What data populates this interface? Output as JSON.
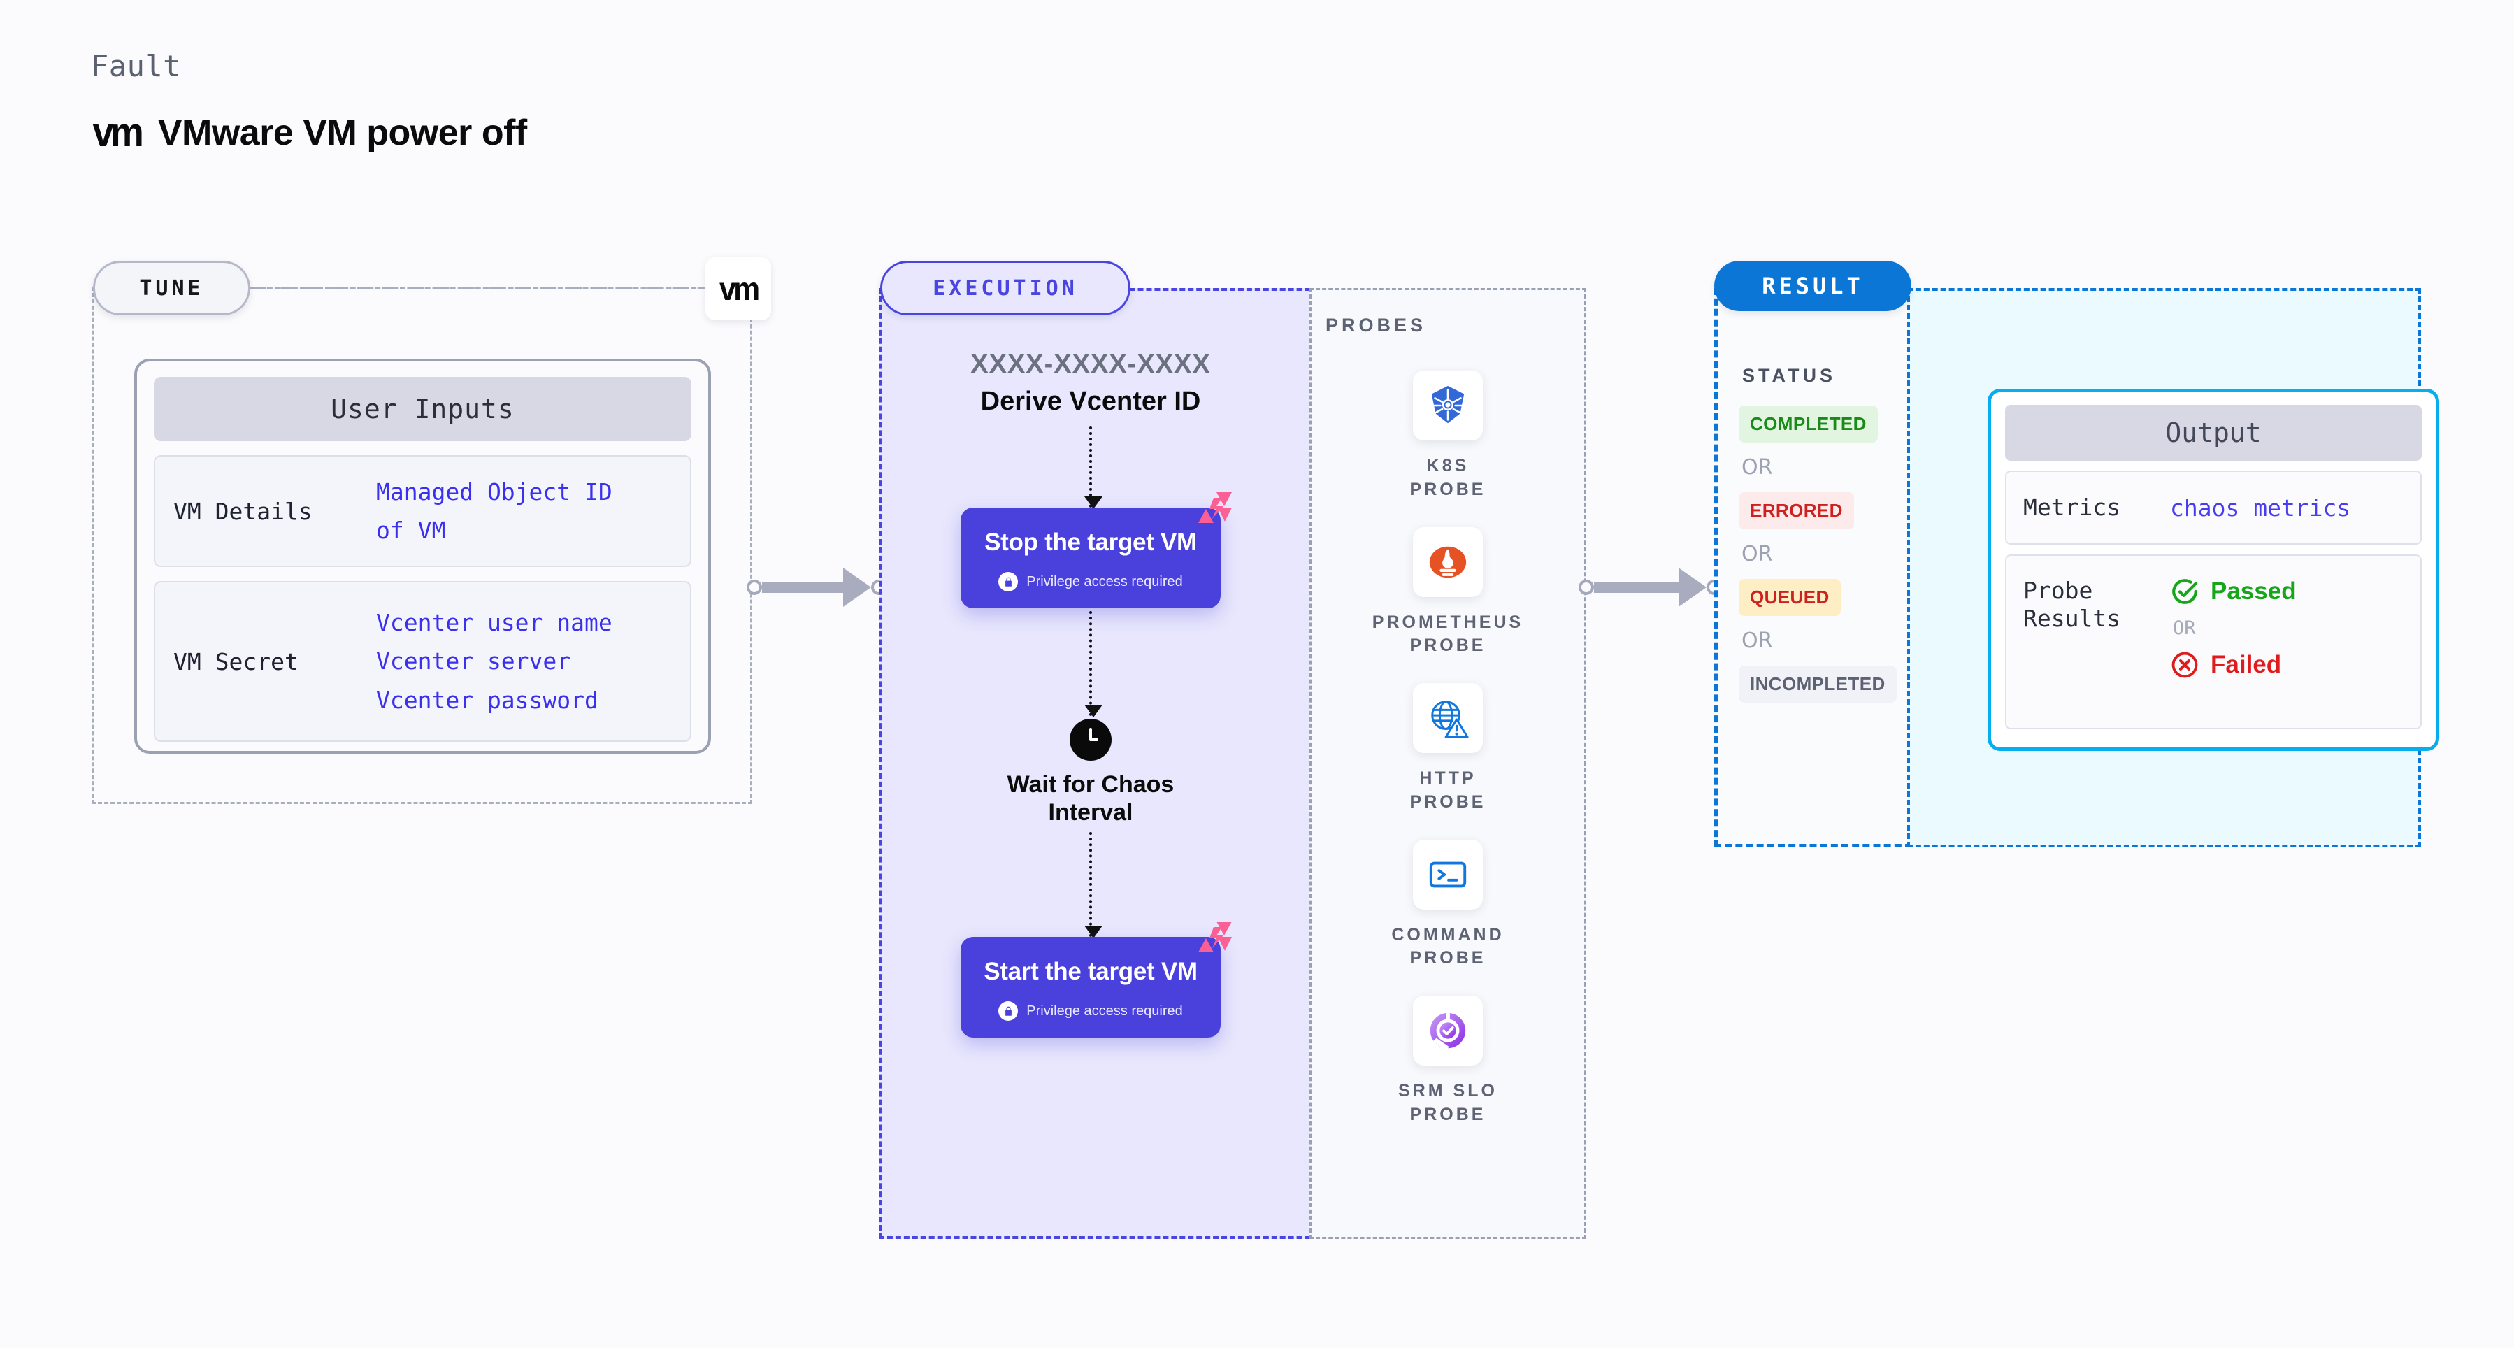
{
  "header": {
    "kicker": "Fault",
    "logo_text": "vm",
    "title": "VMware VM power off"
  },
  "tune": {
    "pill_label": "TUNE",
    "logo_text": "vm",
    "card": {
      "title": "User Inputs",
      "rows": [
        {
          "label": "VM Details",
          "values": [
            "Managed Object ID",
            "of VM"
          ]
        },
        {
          "label": "VM Secret",
          "values": [
            "Vcenter user name",
            "Vcenter server",
            "Vcenter password"
          ]
        }
      ]
    }
  },
  "execution": {
    "pill_label": "EXECUTION",
    "derive_id": "XXXX-XXXX-XXXX",
    "derive_label": "Derive Vcenter ID",
    "steps": [
      {
        "title": "Stop the target VM",
        "sub": "Privilege access required",
        "lock_icon": "lock-icon",
        "badge_icon": "chaos-badge-icon"
      },
      {
        "title": "Start the target VM",
        "sub": "Privilege access required",
        "lock_icon": "lock-icon",
        "badge_icon": "chaos-badge-icon"
      }
    ],
    "wait": {
      "icon": "clock-icon",
      "label_line1": "Wait for Chaos",
      "label_line2": "Interval"
    }
  },
  "probes": {
    "title": "PROBES",
    "items": [
      {
        "icon": "kubernetes-icon",
        "label": "K8S PROBE"
      },
      {
        "icon": "prometheus-icon",
        "label": "PROMETHEUS PROBE"
      },
      {
        "icon": "http-globe-warning-icon",
        "label": "HTTP PROBE"
      },
      {
        "icon": "terminal-prompt-icon",
        "label": "COMMAND PROBE"
      },
      {
        "icon": "srm-slo-icon",
        "label": "SRM SLO PROBE"
      }
    ]
  },
  "result": {
    "pill_label": "RESULT",
    "status_title": "STATUS",
    "or_label": "OR",
    "statuses": [
      {
        "label": "COMPLETED",
        "class": "b-completed"
      },
      {
        "label": "ERRORED",
        "class": "b-errored"
      },
      {
        "label": "QUEUED",
        "class": "b-queued"
      },
      {
        "label": "INCOMPLETED",
        "class": "b-incompleted"
      }
    ]
  },
  "output": {
    "title": "Output",
    "metrics_label": "Metrics",
    "metrics_value": "chaos metrics",
    "probe_results_label": "Probe Results",
    "passed_label": "Passed",
    "failed_label": "Failed",
    "or_label": "OR",
    "passed_icon": "check-circle-icon",
    "failed_icon": "x-circle-icon"
  },
  "colors": {
    "accent_purple": "#4a41dd",
    "accent_blue": "#0c76d6",
    "accent_cyan": "#06aeef",
    "chaos_pink": "#fb5f93",
    "page_bg": "#fbfbfd"
  }
}
